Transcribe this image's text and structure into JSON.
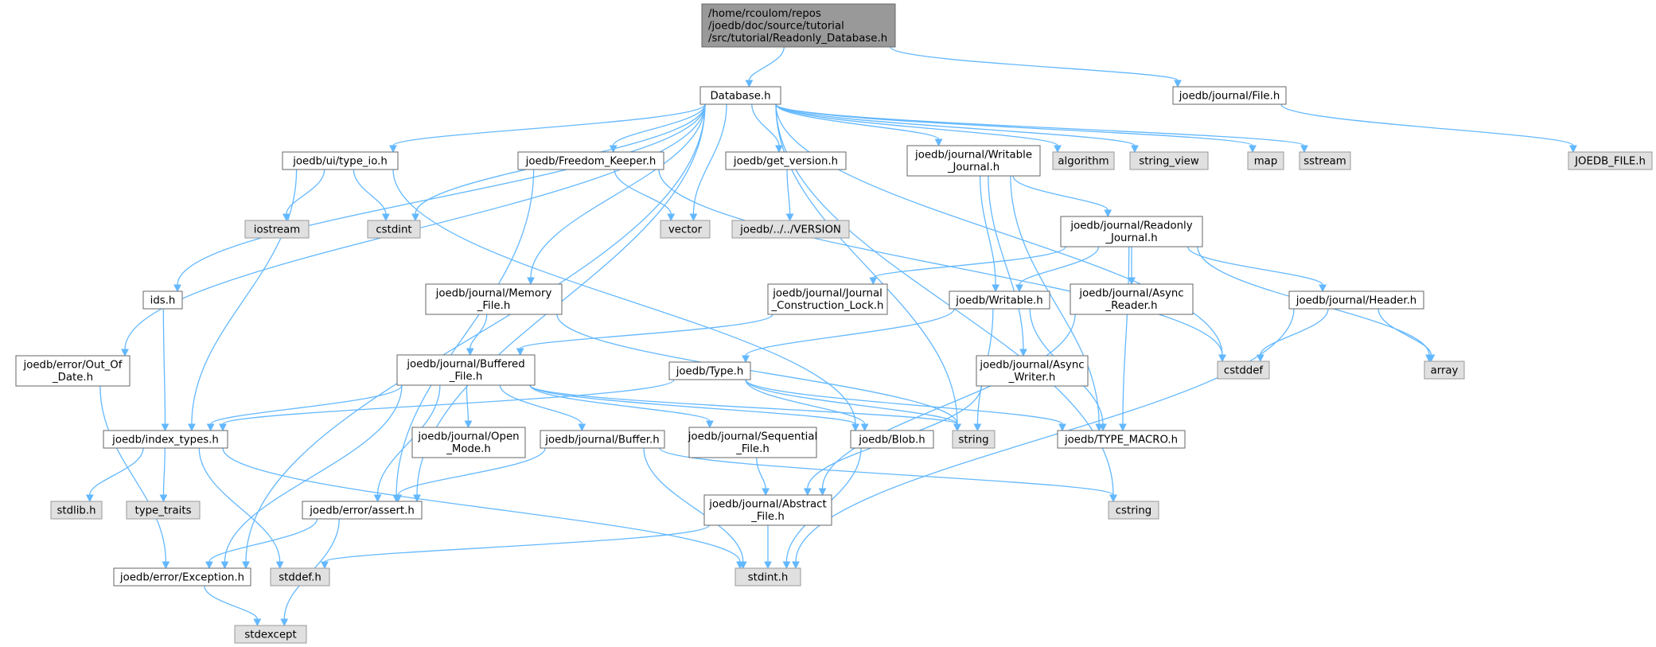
{
  "title": "",
  "colors": {
    "edge": "#63b8ff",
    "root_fill": "#999999",
    "local_fill": "#ffffff",
    "system_fill": "#e0e0e0",
    "border": "#666666"
  },
  "nodes": [
    {
      "id": "root",
      "lines": [
        "/home/rcoulom/repos",
        "/joedb/doc/source/tutorial",
        "/src/tutorial/Readonly_Database.h"
      ],
      "kind": "root"
    },
    {
      "id": "database",
      "lines": [
        "Database.h"
      ],
      "kind": "local"
    },
    {
      "id": "journal_file",
      "lines": [
        "joedb/journal/File.h"
      ],
      "kind": "local"
    },
    {
      "id": "joedb_file",
      "lines": [
        "JOEDB_FILE.h"
      ],
      "kind": "system"
    },
    {
      "id": "type_io",
      "lines": [
        "joedb/ui/type_io.h"
      ],
      "kind": "local"
    },
    {
      "id": "freedom_keeper",
      "lines": [
        "joedb/Freedom_Keeper.h"
      ],
      "kind": "local"
    },
    {
      "id": "get_version",
      "lines": [
        "joedb/get_version.h"
      ],
      "kind": "local"
    },
    {
      "id": "writable_journal",
      "lines": [
        "joedb/journal/Writable",
        "_Journal.h"
      ],
      "kind": "local"
    },
    {
      "id": "algorithm",
      "lines": [
        "algorithm"
      ],
      "kind": "system"
    },
    {
      "id": "string_view",
      "lines": [
        "string_view"
      ],
      "kind": "system"
    },
    {
      "id": "map",
      "lines": [
        "map"
      ],
      "kind": "system"
    },
    {
      "id": "sstream",
      "lines": [
        "sstream"
      ],
      "kind": "system"
    },
    {
      "id": "iostream",
      "lines": [
        "iostream"
      ],
      "kind": "system"
    },
    {
      "id": "cstdint",
      "lines": [
        "cstdint"
      ],
      "kind": "system"
    },
    {
      "id": "vector",
      "lines": [
        "vector"
      ],
      "kind": "system"
    },
    {
      "id": "version",
      "lines": [
        "joedb/../../VERSION"
      ],
      "kind": "system"
    },
    {
      "id": "readonly_journal",
      "lines": [
        "joedb/journal/Readonly",
        "_Journal.h"
      ],
      "kind": "local"
    },
    {
      "id": "ids",
      "lines": [
        "ids.h"
      ],
      "kind": "local"
    },
    {
      "id": "memory_file",
      "lines": [
        "joedb/journal/Memory",
        "_File.h"
      ],
      "kind": "local"
    },
    {
      "id": "construction_lock",
      "lines": [
        "joedb/journal/Journal",
        "_Construction_Lock.h"
      ],
      "kind": "local"
    },
    {
      "id": "writable",
      "lines": [
        "joedb/Writable.h"
      ],
      "kind": "local"
    },
    {
      "id": "async_reader",
      "lines": [
        "joedb/journal/Async",
        "_Reader.h"
      ],
      "kind": "local"
    },
    {
      "id": "header",
      "lines": [
        "joedb/journal/Header.h"
      ],
      "kind": "local"
    },
    {
      "id": "out_of_date",
      "lines": [
        "joedb/error/Out_Of",
        "_Date.h"
      ],
      "kind": "local"
    },
    {
      "id": "buffered_file",
      "lines": [
        "joedb/journal/Buffered",
        "_File.h"
      ],
      "kind": "local"
    },
    {
      "id": "type",
      "lines": [
        "joedb/Type.h"
      ],
      "kind": "local"
    },
    {
      "id": "async_writer",
      "lines": [
        "joedb/journal/Async",
        "_Writer.h"
      ],
      "kind": "local"
    },
    {
      "id": "cstddef",
      "lines": [
        "cstddef"
      ],
      "kind": "system"
    },
    {
      "id": "array",
      "lines": [
        "array"
      ],
      "kind": "system"
    },
    {
      "id": "index_types",
      "lines": [
        "joedb/index_types.h"
      ],
      "kind": "local"
    },
    {
      "id": "open_mode",
      "lines": [
        "joedb/journal/Open",
        "_Mode.h"
      ],
      "kind": "local"
    },
    {
      "id": "buffer",
      "lines": [
        "joedb/journal/Buffer.h"
      ],
      "kind": "local"
    },
    {
      "id": "sequential_file",
      "lines": [
        "joedb/journal/Sequential",
        "_File.h"
      ],
      "kind": "local"
    },
    {
      "id": "blob",
      "lines": [
        "joedb/Blob.h"
      ],
      "kind": "local"
    },
    {
      "id": "string",
      "lines": [
        "string"
      ],
      "kind": "system"
    },
    {
      "id": "type_macro",
      "lines": [
        "joedb/TYPE_MACRO.h"
      ],
      "kind": "local"
    },
    {
      "id": "stdlib",
      "lines": [
        "stdlib.h"
      ],
      "kind": "system"
    },
    {
      "id": "type_traits",
      "lines": [
        "type_traits"
      ],
      "kind": "system"
    },
    {
      "id": "assert",
      "lines": [
        "joedb/error/assert.h"
      ],
      "kind": "local"
    },
    {
      "id": "abstract_file",
      "lines": [
        "joedb/journal/Abstract",
        "_File.h"
      ],
      "kind": "local"
    },
    {
      "id": "cstring",
      "lines": [
        "cstring"
      ],
      "kind": "system"
    },
    {
      "id": "exception",
      "lines": [
        "joedb/error/Exception.h"
      ],
      "kind": "local"
    },
    {
      "id": "stddef",
      "lines": [
        "stddef.h"
      ],
      "kind": "system"
    },
    {
      "id": "stdint",
      "lines": [
        "stdint.h"
      ],
      "kind": "system"
    },
    {
      "id": "stdexcept",
      "lines": [
        "stdexcept"
      ],
      "kind": "system"
    }
  ],
  "edges": [
    [
      "root",
      "database"
    ],
    [
      "root",
      "journal_file"
    ],
    [
      "journal_file",
      "joedb_file"
    ],
    [
      "database",
      "type_io"
    ],
    [
      "database",
      "freedom_keeper"
    ],
    [
      "database",
      "get_version"
    ],
    [
      "database",
      "writable_journal"
    ],
    [
      "database",
      "algorithm"
    ],
    [
      "database",
      "string_view"
    ],
    [
      "database",
      "map"
    ],
    [
      "database",
      "sstream"
    ],
    [
      "database",
      "cstdint"
    ],
    [
      "database",
      "vector"
    ],
    [
      "database",
      "ids"
    ],
    [
      "database",
      "memory_file"
    ],
    [
      "database",
      "out_of_date"
    ],
    [
      "database",
      "exception"
    ],
    [
      "database",
      "assert"
    ],
    [
      "database",
      "string"
    ],
    [
      "database",
      "cstring"
    ],
    [
      "database",
      "cstddef"
    ],
    [
      "type_io",
      "iostream"
    ],
    [
      "type_io",
      "cstdint"
    ],
    [
      "type_io",
      "index_types"
    ],
    [
      "type_io",
      "blob"
    ],
    [
      "freedom_keeper",
      "vector"
    ],
    [
      "freedom_keeper",
      "assert"
    ],
    [
      "freedom_keeper",
      "cstddef"
    ],
    [
      "get_version",
      "version"
    ],
    [
      "writable_journal",
      "readonly_journal"
    ],
    [
      "writable_journal",
      "writable"
    ],
    [
      "writable_journal",
      "async_writer"
    ],
    [
      "writable_journal",
      "type_macro"
    ],
    [
      "readonly_journal",
      "construction_lock"
    ],
    [
      "readonly_journal",
      "writable"
    ],
    [
      "readonly_journal",
      "async_reader"
    ],
    [
      "readonly_journal",
      "header"
    ],
    [
      "readonly_journal",
      "array"
    ],
    [
      "readonly_journal",
      "type_macro"
    ],
    [
      "ids",
      "index_types"
    ],
    [
      "memory_file",
      "buffered_file"
    ],
    [
      "memory_file",
      "string"
    ],
    [
      "construction_lock",
      "buffered_file"
    ],
    [
      "writable",
      "type"
    ],
    [
      "writable",
      "string"
    ],
    [
      "writable",
      "type_macro"
    ],
    [
      "async_reader",
      "abstract_file"
    ],
    [
      "header",
      "cstddef"
    ],
    [
      "header",
      "array"
    ],
    [
      "header",
      "stdint"
    ],
    [
      "out_of_date",
      "exception"
    ],
    [
      "buffered_file",
      "index_types"
    ],
    [
      "buffered_file",
      "open_mode"
    ],
    [
      "buffered_file",
      "buffer"
    ],
    [
      "buffered_file",
      "sequential_file"
    ],
    [
      "buffered_file",
      "blob"
    ],
    [
      "buffered_file",
      "string"
    ],
    [
      "buffered_file",
      "assert"
    ],
    [
      "buffered_file",
      "exception"
    ],
    [
      "type",
      "index_types"
    ],
    [
      "type",
      "blob"
    ],
    [
      "type",
      "string"
    ],
    [
      "type",
      "type_macro"
    ],
    [
      "async_writer",
      "abstract_file"
    ],
    [
      "index_types",
      "stdlib"
    ],
    [
      "index_types",
      "type_traits"
    ],
    [
      "index_types",
      "stddef"
    ],
    [
      "index_types",
      "stdint"
    ],
    [
      "buffer",
      "assert"
    ],
    [
      "buffer",
      "stdint"
    ],
    [
      "buffer",
      "cstring"
    ],
    [
      "sequential_file",
      "abstract_file"
    ],
    [
      "blob",
      "stdint"
    ],
    [
      "assert",
      "exception"
    ],
    [
      "assert",
      "stdexcept"
    ],
    [
      "abstract_file",
      "stddef"
    ],
    [
      "abstract_file",
      "stdint"
    ],
    [
      "exception",
      "stdexcept"
    ]
  ]
}
